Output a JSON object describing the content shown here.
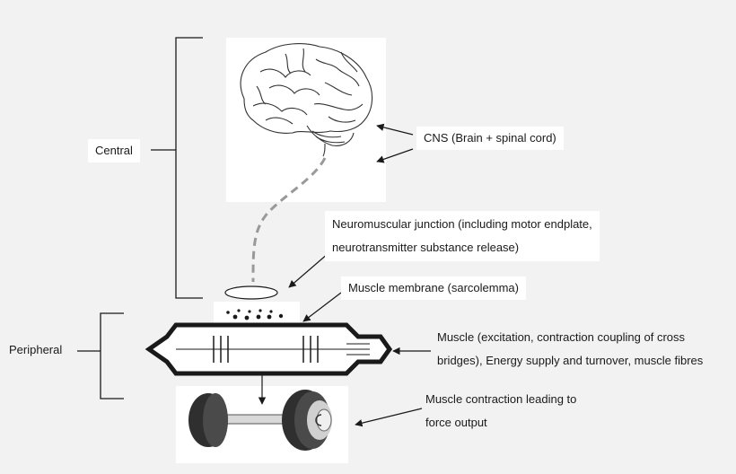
{
  "labels": {
    "central": "Central",
    "peripheral": "Peripheral",
    "cns": "CNS (Brain + spinal cord)",
    "nmj_line1": "Neuromuscular junction (including motor endplate,",
    "nmj_line2": "neurotransmitter substance release)",
    "membrane": "Muscle membrane (sarcolemma)",
    "muscle_line1": "Muscle (excitation, contraction coupling of cross",
    "muscle_line2": "bridges), Energy supply and turnover, muscle fibres",
    "force_line1": "Muscle contraction leading to",
    "force_line2": "force output"
  },
  "colors": {
    "background": "#f2f2f2",
    "panel": "#ffffff",
    "line": "#1a1a1a",
    "dashed_nerve": "#999999",
    "weight_dark": "#3a3a3a"
  },
  "icons": [
    "brain-icon",
    "dumbbell-icon",
    "muscle-fibre-icon"
  ]
}
